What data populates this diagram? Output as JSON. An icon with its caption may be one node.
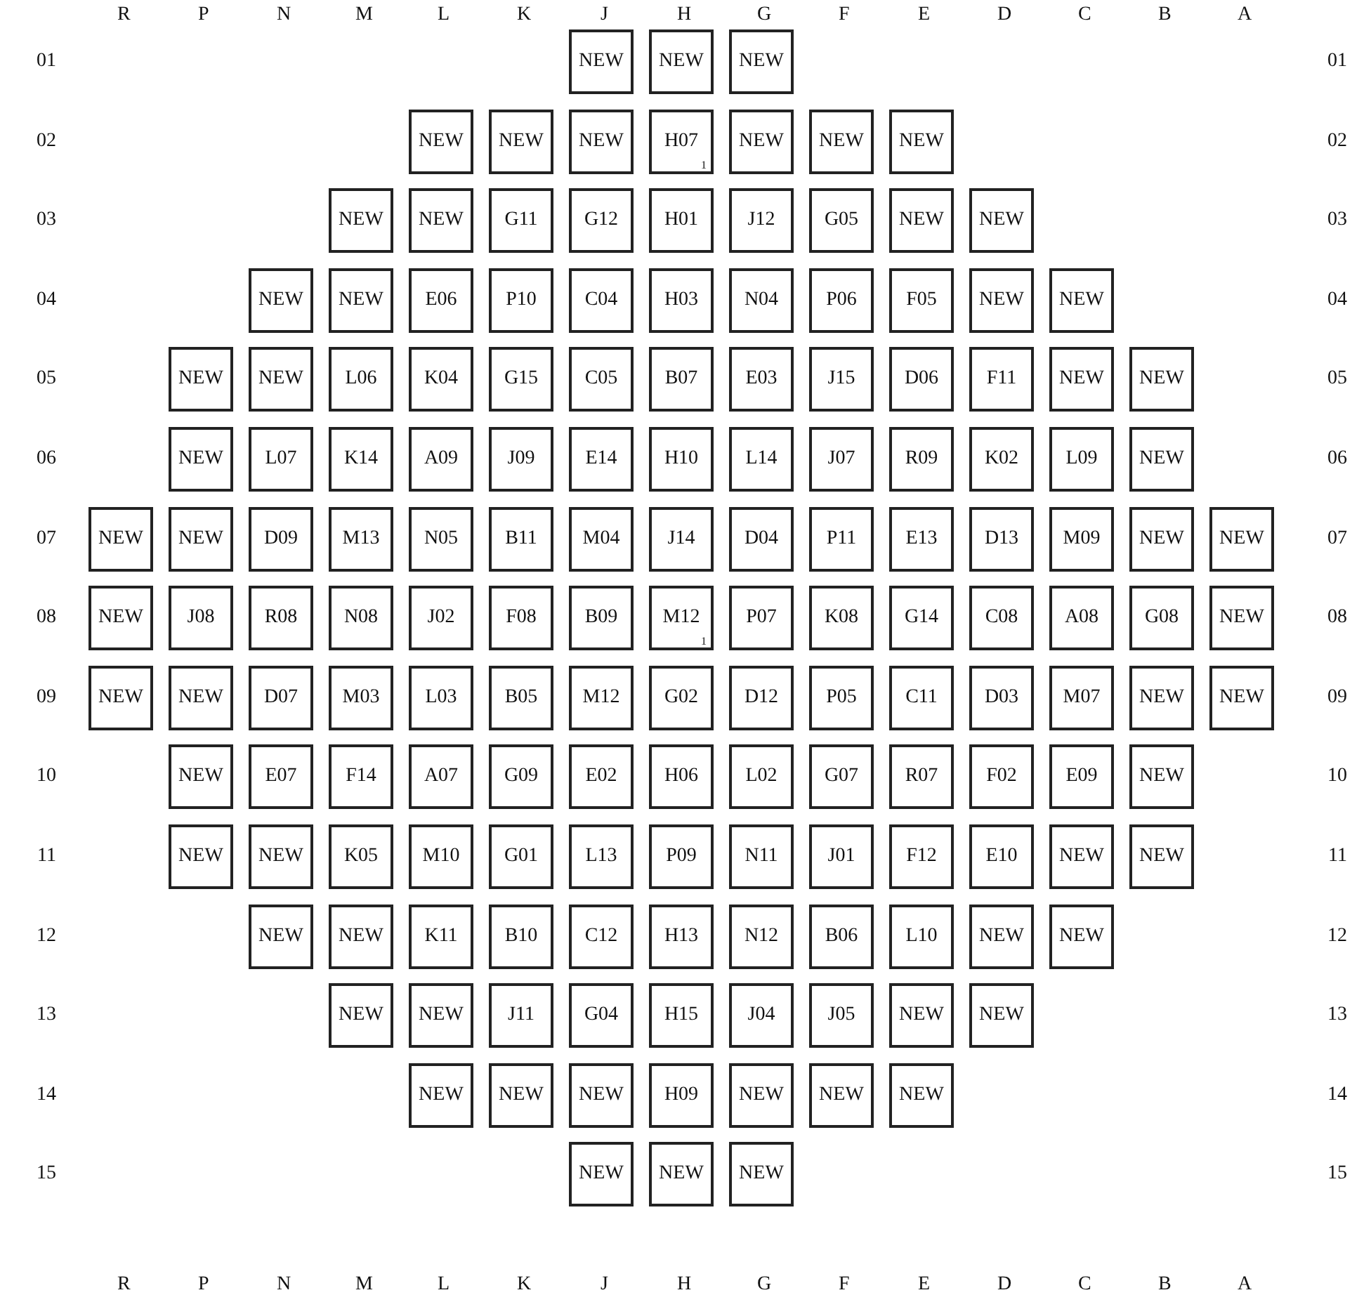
{
  "diagram": {
    "nodes": [
      {
        "text": [
          "NEW"
        ]
      },
      {
        "text": [
          "NEW"
        ]
      },
      {
        "text": [
          "NEW"
        ]
      },
      {
        "text": [
          "NEW"
        ]
      },
      {
        "text": [
          "NEW"
        ]
      },
      {
        "text": [
          "NEW"
        ]
      },
      {
        "text": [
          "H07",
          "1"
        ]
      },
      {
        "text": [
          "NEW"
        ]
      },
      {
        "text": [
          "NEW"
        ]
      },
      {
        "text": [
          "NEW"
        ]
      },
      {
        "text": [
          "NEW"
        ]
      },
      {
        "text": [
          "NEW"
        ]
      },
      {
        "text": [
          "G11"
        ]
      },
      {
        "text": [
          "G12"
        ]
      },
      {
        "text": [
          "H01"
        ]
      },
      {
        "text": [
          "J12"
        ]
      },
      {
        "text": [
          "G05"
        ]
      },
      {
        "text": [
          "NEW"
        ]
      },
      {
        "text": [
          "NEW"
        ]
      },
      {
        "text": [
          "NEW"
        ]
      },
      {
        "text": [
          "NEW"
        ]
      },
      {
        "text": [
          "E06"
        ]
      },
      {
        "text": [
          "P10"
        ]
      },
      {
        "text": [
          "C04"
        ]
      },
      {
        "text": [
          "H03"
        ]
      },
      {
        "text": [
          "N04"
        ]
      },
      {
        "text": [
          "P06"
        ]
      },
      {
        "text": [
          "F05"
        ]
      },
      {
        "text": [
          "NEW"
        ]
      },
      {
        "text": [
          "NEW"
        ]
      },
      {
        "text": [
          "NEW"
        ]
      },
      {
        "text": [
          "NEW"
        ]
      },
      {
        "text": [
          "L06"
        ]
      },
      {
        "text": [
          "K04"
        ]
      },
      {
        "text": [
          "G15"
        ]
      },
      {
        "text": [
          "C05"
        ]
      },
      {
        "text": [
          "B07"
        ]
      },
      {
        "text": [
          "E03"
        ]
      },
      {
        "text": [
          "J15"
        ]
      },
      {
        "text": [
          "D06"
        ]
      },
      {
        "text": [
          "F11"
        ]
      },
      {
        "text": [
          "NEW"
        ]
      },
      {
        "text": [
          "NEW"
        ]
      },
      {
        "text": [
          "NEW"
        ]
      },
      {
        "text": [
          "L07"
        ]
      },
      {
        "text": [
          "K14"
        ]
      },
      {
        "text": [
          "A09"
        ]
      },
      {
        "text": [
          "J09"
        ]
      },
      {
        "text": [
          "E14"
        ]
      },
      {
        "text": [
          "H10"
        ]
      },
      {
        "text": [
          "L14"
        ]
      },
      {
        "text": [
          "J07"
        ]
      },
      {
        "text": [
          "R09"
        ]
      },
      {
        "text": [
          "K02"
        ]
      },
      {
        "text": [
          "L09"
        ]
      },
      {
        "text": [
          "NEW"
        ]
      },
      {
        "text": [
          "NEW"
        ]
      },
      {
        "text": [
          "NEW"
        ]
      },
      {
        "text": [
          "D09"
        ]
      },
      {
        "text": [
          "M13"
        ]
      },
      {
        "text": [
          "N05"
        ]
      },
      {
        "text": [
          "B11"
        ]
      },
      {
        "text": [
          "M04"
        ]
      },
      {
        "text": [
          "J14"
        ]
      },
      {
        "text": [
          "D04"
        ]
      },
      {
        "text": [
          "P11"
        ]
      },
      {
        "text": [
          "E13"
        ]
      },
      {
        "text": [
          "D13"
        ]
      },
      {
        "text": [
          "M09"
        ]
      },
      {
        "text": [
          "NEW"
        ]
      },
      {
        "text": [
          "NEW"
        ]
      },
      {
        "text": [
          "NEW"
        ]
      },
      {
        "text": [
          "J08"
        ]
      },
      {
        "text": [
          "R08"
        ]
      },
      {
        "text": [
          "N08"
        ]
      },
      {
        "text": [
          "J02"
        ]
      },
      {
        "text": [
          "F08"
        ]
      },
      {
        "text": [
          "B09"
        ]
      },
      {
        "text": [
          "M12",
          "1"
        ]
      },
      {
        "text": [
          "P07"
        ]
      },
      {
        "text": [
          "K08"
        ]
      },
      {
        "text": [
          "G14"
        ]
      },
      {
        "text": [
          "C08"
        ]
      },
      {
        "text": [
          "A08"
        ]
      },
      {
        "text": [
          "G08"
        ]
      },
      {
        "text": [
          "NEW"
        ]
      },
      {
        "text": [
          "NEW"
        ]
      },
      {
        "text": [
          "NEW"
        ]
      },
      {
        "text": [
          "D07"
        ]
      },
      {
        "text": [
          "M03"
        ]
      },
      {
        "text": [
          "L03"
        ]
      },
      {
        "text": [
          "B05"
        ]
      },
      {
        "text": [
          "M12"
        ]
      },
      {
        "text": [
          "G02"
        ]
      },
      {
        "text": [
          "D12"
        ]
      },
      {
        "text": [
          "P05"
        ]
      },
      {
        "text": [
          "C11"
        ]
      },
      {
        "text": [
          "D03"
        ]
      },
      {
        "text": [
          "M07"
        ]
      },
      {
        "text": [
          "NEW"
        ]
      },
      {
        "text": [
          "NEW"
        ]
      },
      {
        "text": [
          "NEW"
        ]
      },
      {
        "text": [
          "E07"
        ]
      },
      {
        "text": [
          "F14"
        ]
      },
      {
        "text": [
          "A07"
        ]
      },
      {
        "text": [
          "G09"
        ]
      },
      {
        "text": [
          "E02"
        ]
      },
      {
        "text": [
          "H06"
        ]
      },
      {
        "text": [
          "L02"
        ]
      },
      {
        "text": [
          "G07"
        ]
      },
      {
        "text": [
          "R07"
        ]
      },
      {
        "text": [
          "F02"
        ]
      },
      {
        "text": [
          "E09"
        ]
      },
      {
        "text": [
          "NEW"
        ]
      },
      {
        "text": [
          "NEW"
        ]
      },
      {
        "text": [
          "NEW"
        ]
      },
      {
        "text": [
          "K05"
        ]
      },
      {
        "text": [
          "M10"
        ]
      },
      {
        "text": [
          "G01"
        ]
      },
      {
        "text": [
          "L13"
        ]
      },
      {
        "text": [
          "P09"
        ]
      },
      {
        "text": [
          "N11"
        ]
      },
      {
        "text": [
          "J01"
        ]
      },
      {
        "text": [
          "F12"
        ]
      },
      {
        "text": [
          "E10"
        ]
      },
      {
        "text": [
          "NEW"
        ]
      },
      {
        "text": [
          "NEW"
        ]
      },
      {
        "text": [
          "NEW"
        ]
      },
      {
        "text": [
          "NEW"
        ]
      },
      {
        "text": [
          "K11"
        ]
      },
      {
        "text": [
          "B10"
        ]
      },
      {
        "text": [
          "C12"
        ]
      },
      {
        "text": [
          "H13"
        ]
      },
      {
        "text": [
          "N12"
        ]
      },
      {
        "text": [
          "B06"
        ]
      },
      {
        "text": [
          "L10"
        ]
      },
      {
        "text": [
          "NEW"
        ]
      },
      {
        "text": [
          "NEW"
        ]
      },
      {
        "text": [
          "NEW"
        ]
      },
      {
        "text": [
          "NEW"
        ]
      },
      {
        "text": [
          "J11"
        ]
      },
      {
        "text": [
          "G04"
        ]
      },
      {
        "text": [
          "H15"
        ]
      },
      {
        "text": [
          "J04"
        ]
      },
      {
        "text": [
          "J05"
        ]
      },
      {
        "text": [
          "NEW"
        ]
      },
      {
        "text": [
          "NEW"
        ]
      },
      {
        "text": [
          "NEW"
        ]
      },
      {
        "text": [
          "NEW"
        ]
      },
      {
        "text": [
          "NEW"
        ]
      },
      {
        "text": [
          "H09"
        ]
      },
      {
        "text": [
          "NEW"
        ]
      },
      {
        "text": [
          "NEW"
        ]
      },
      {
        "text": [
          "NEW"
        ]
      },
      {
        "text": [
          "NEW"
        ]
      },
      {
        "text": [
          "NEW"
        ]
      },
      {
        "text": [
          "NEW"
        ]
      }
    ],
    "labels": [
      "R",
      "P",
      "N",
      "M",
      "L",
      "K",
      "J",
      "H",
      "G",
      "F",
      "E",
      "D",
      "C",
      "B",
      "A",
      "01",
      "01",
      "02",
      "02",
      "03",
      "03",
      "04",
      "04",
      "05",
      "05",
      "06",
      "06",
      "07",
      "07",
      "08",
      "08",
      "09",
      "09",
      "10",
      "10",
      "11",
      "11",
      "12",
      "12",
      "13",
      "13",
      "14",
      "14",
      "15",
      "15",
      "R",
      "P",
      "N",
      "M",
      "L",
      "K",
      "J",
      "H",
      "G",
      "F",
      "E",
      "D",
      "C",
      "B",
      "A"
    ]
  }
}
